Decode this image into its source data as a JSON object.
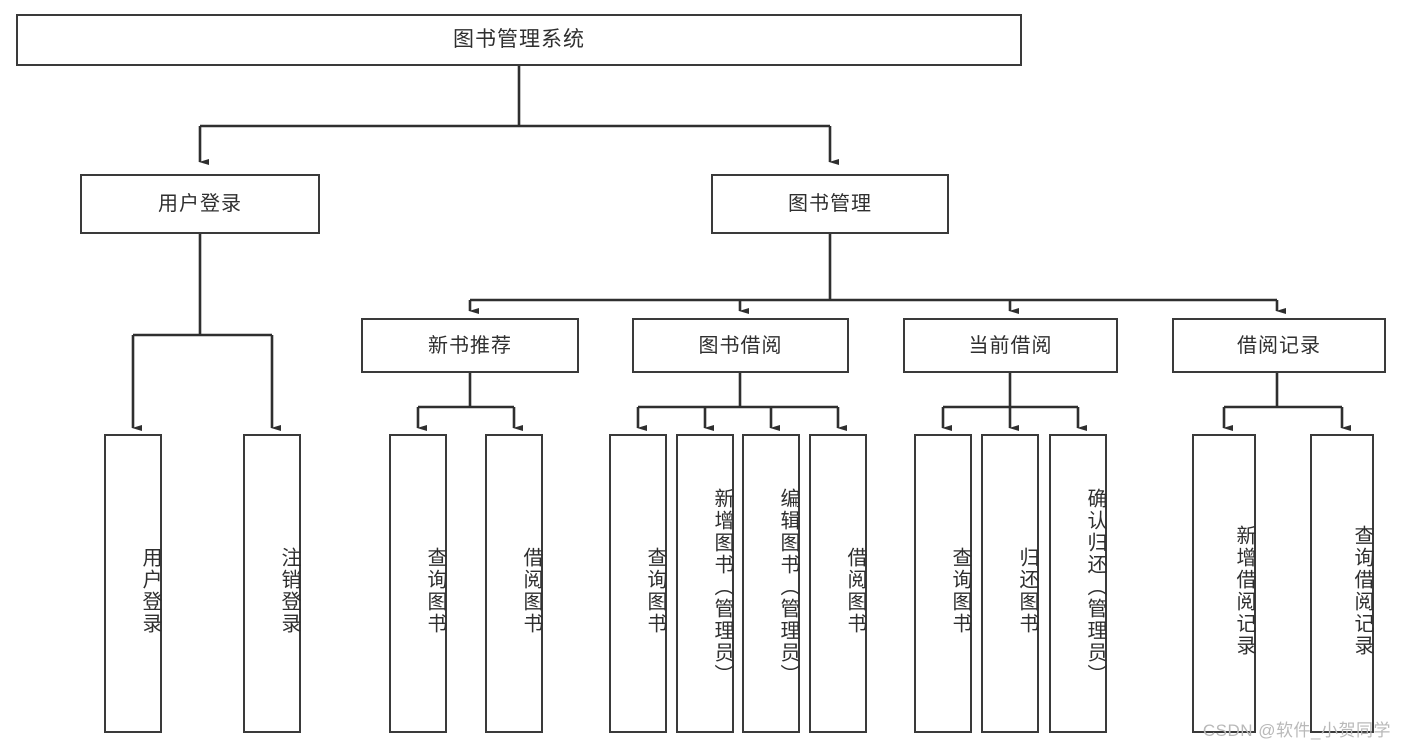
{
  "diagram": {
    "title": "图书管理系统",
    "type": "tree-hierarchy-chart",
    "root": {
      "label": "图书管理系统"
    },
    "level2": [
      {
        "label": "用户登录"
      },
      {
        "label": "图书管理"
      }
    ],
    "level3": [
      {
        "label": "新书推荐"
      },
      {
        "label": "图书借阅"
      },
      {
        "label": "当前借阅"
      },
      {
        "label": "借阅记录"
      }
    ],
    "leaves": {
      "user_login": [
        {
          "label": "用户登录"
        },
        {
          "label": "注销登录"
        }
      ],
      "new_book_recommend": [
        {
          "label": "查询图书"
        },
        {
          "label": "借阅图书"
        }
      ],
      "book_borrow": [
        {
          "label": "查询图书"
        },
        {
          "label": "新增图书（管理员）"
        },
        {
          "label": "编辑图书（管理员）"
        },
        {
          "label": "借阅图书"
        }
      ],
      "current_borrow": [
        {
          "label": "查询图书"
        },
        {
          "label": "归还图书"
        },
        {
          "label": "确认归还（管理员）"
        }
      ],
      "borrow_record": [
        {
          "label": "新增借阅记录"
        },
        {
          "label": "查询借阅记录"
        }
      ]
    },
    "watermark": "CSDN @软件_小贺同学",
    "colors": {
      "border": "#3a3a3a",
      "text": "#2f2f2f",
      "background": "#ffffff",
      "watermark": "#b9b9b9"
    }
  }
}
